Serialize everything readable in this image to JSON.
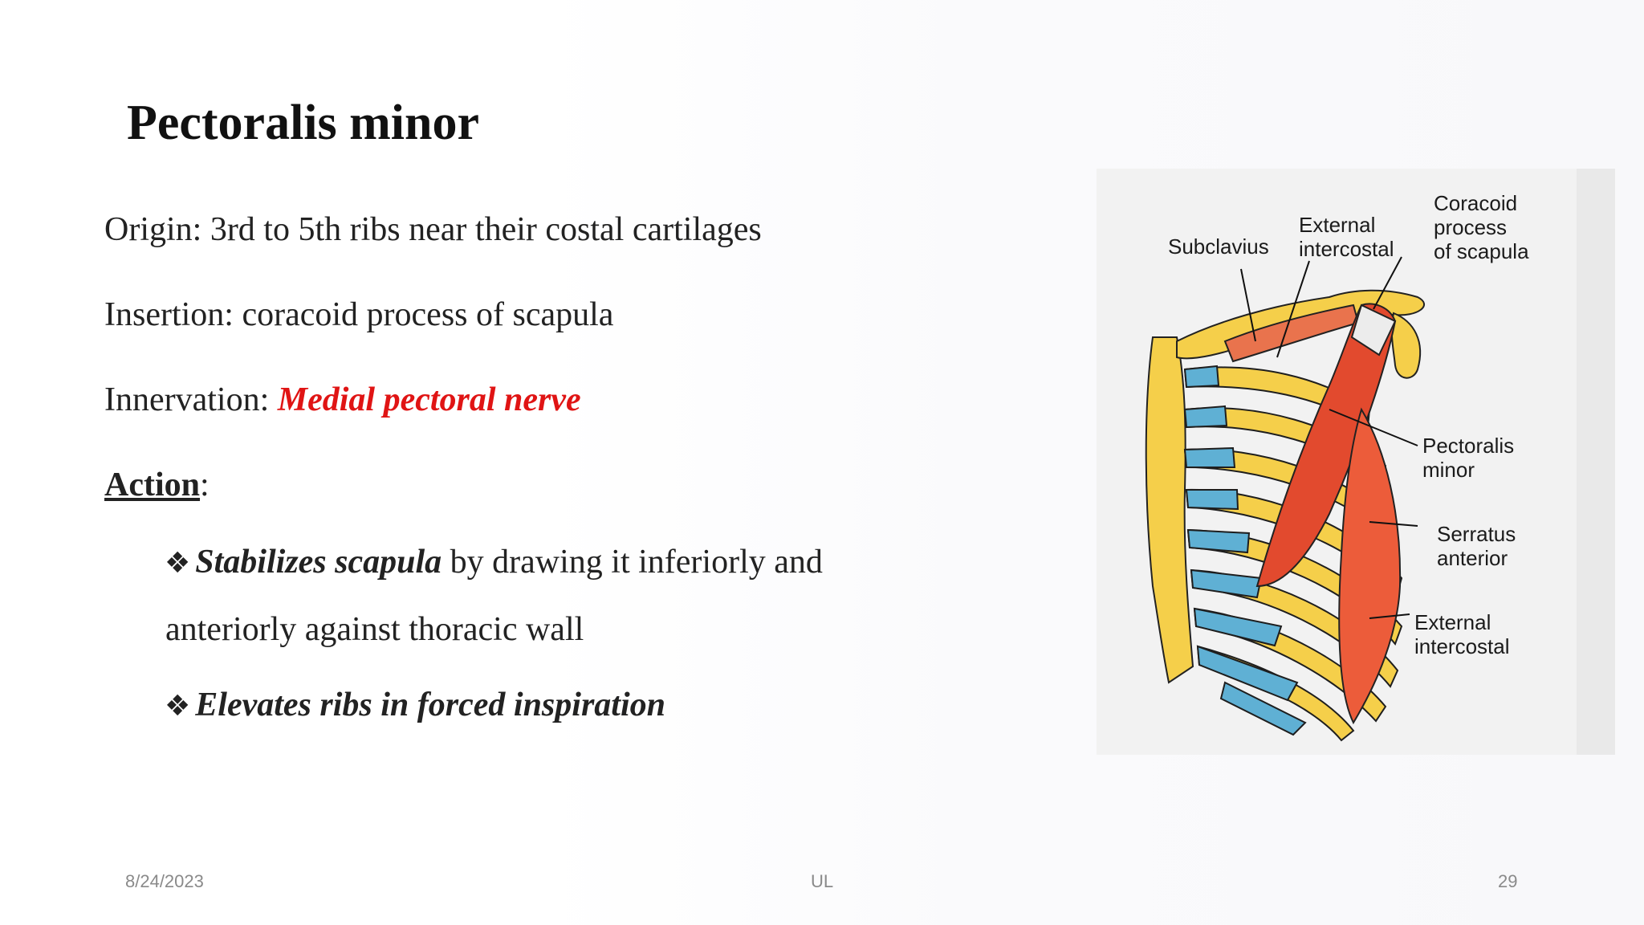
{
  "slide": {
    "title": "Pectoralis minor",
    "origin": "Origin: 3rd to 5th ribs near their costal cartilages",
    "insertion": "Insertion: coracoid process of scapula",
    "innervation_label": "Innervation: ",
    "innervation_value": "Medial pectoral nerve",
    "action_label": "Action",
    "action_colon": ":",
    "bullet_icon": "diamond-four-bullet",
    "bullets": [
      {
        "emphasis": "Stabilizes scapula",
        "rest": " by drawing it inferiorly and",
        "continuation": "anteriorly against thoracic wall"
      },
      {
        "emphasis": "Elevates ribs in forced inspiration"
      }
    ],
    "bullet_glyph": "❖"
  },
  "figure": {
    "labels": {
      "subclavius": "Subclavius",
      "external_intercostal_top_1": "External",
      "external_intercostal_top_2": "intercostal",
      "coracoid_1": "Coracoid",
      "coracoid_2": "process",
      "coracoid_3": "of scapula",
      "pectoralis_1": "Pectoralis",
      "pectoralis_2": "minor",
      "serratus_1": "Serratus",
      "serratus_2": "anterior",
      "external_intercostal_bottom_1": "External",
      "external_intercostal_bottom_2": "intercostal"
    },
    "colors": {
      "muscle": "#e24a2e",
      "bone": "#f5cf4a",
      "cartilage": "#5fb0d4",
      "tendon": "#ececec"
    }
  },
  "footer": {
    "date": "8/24/2023",
    "center": "UL",
    "page": "29"
  },
  "colors": {
    "accent_red": "#e01414"
  }
}
